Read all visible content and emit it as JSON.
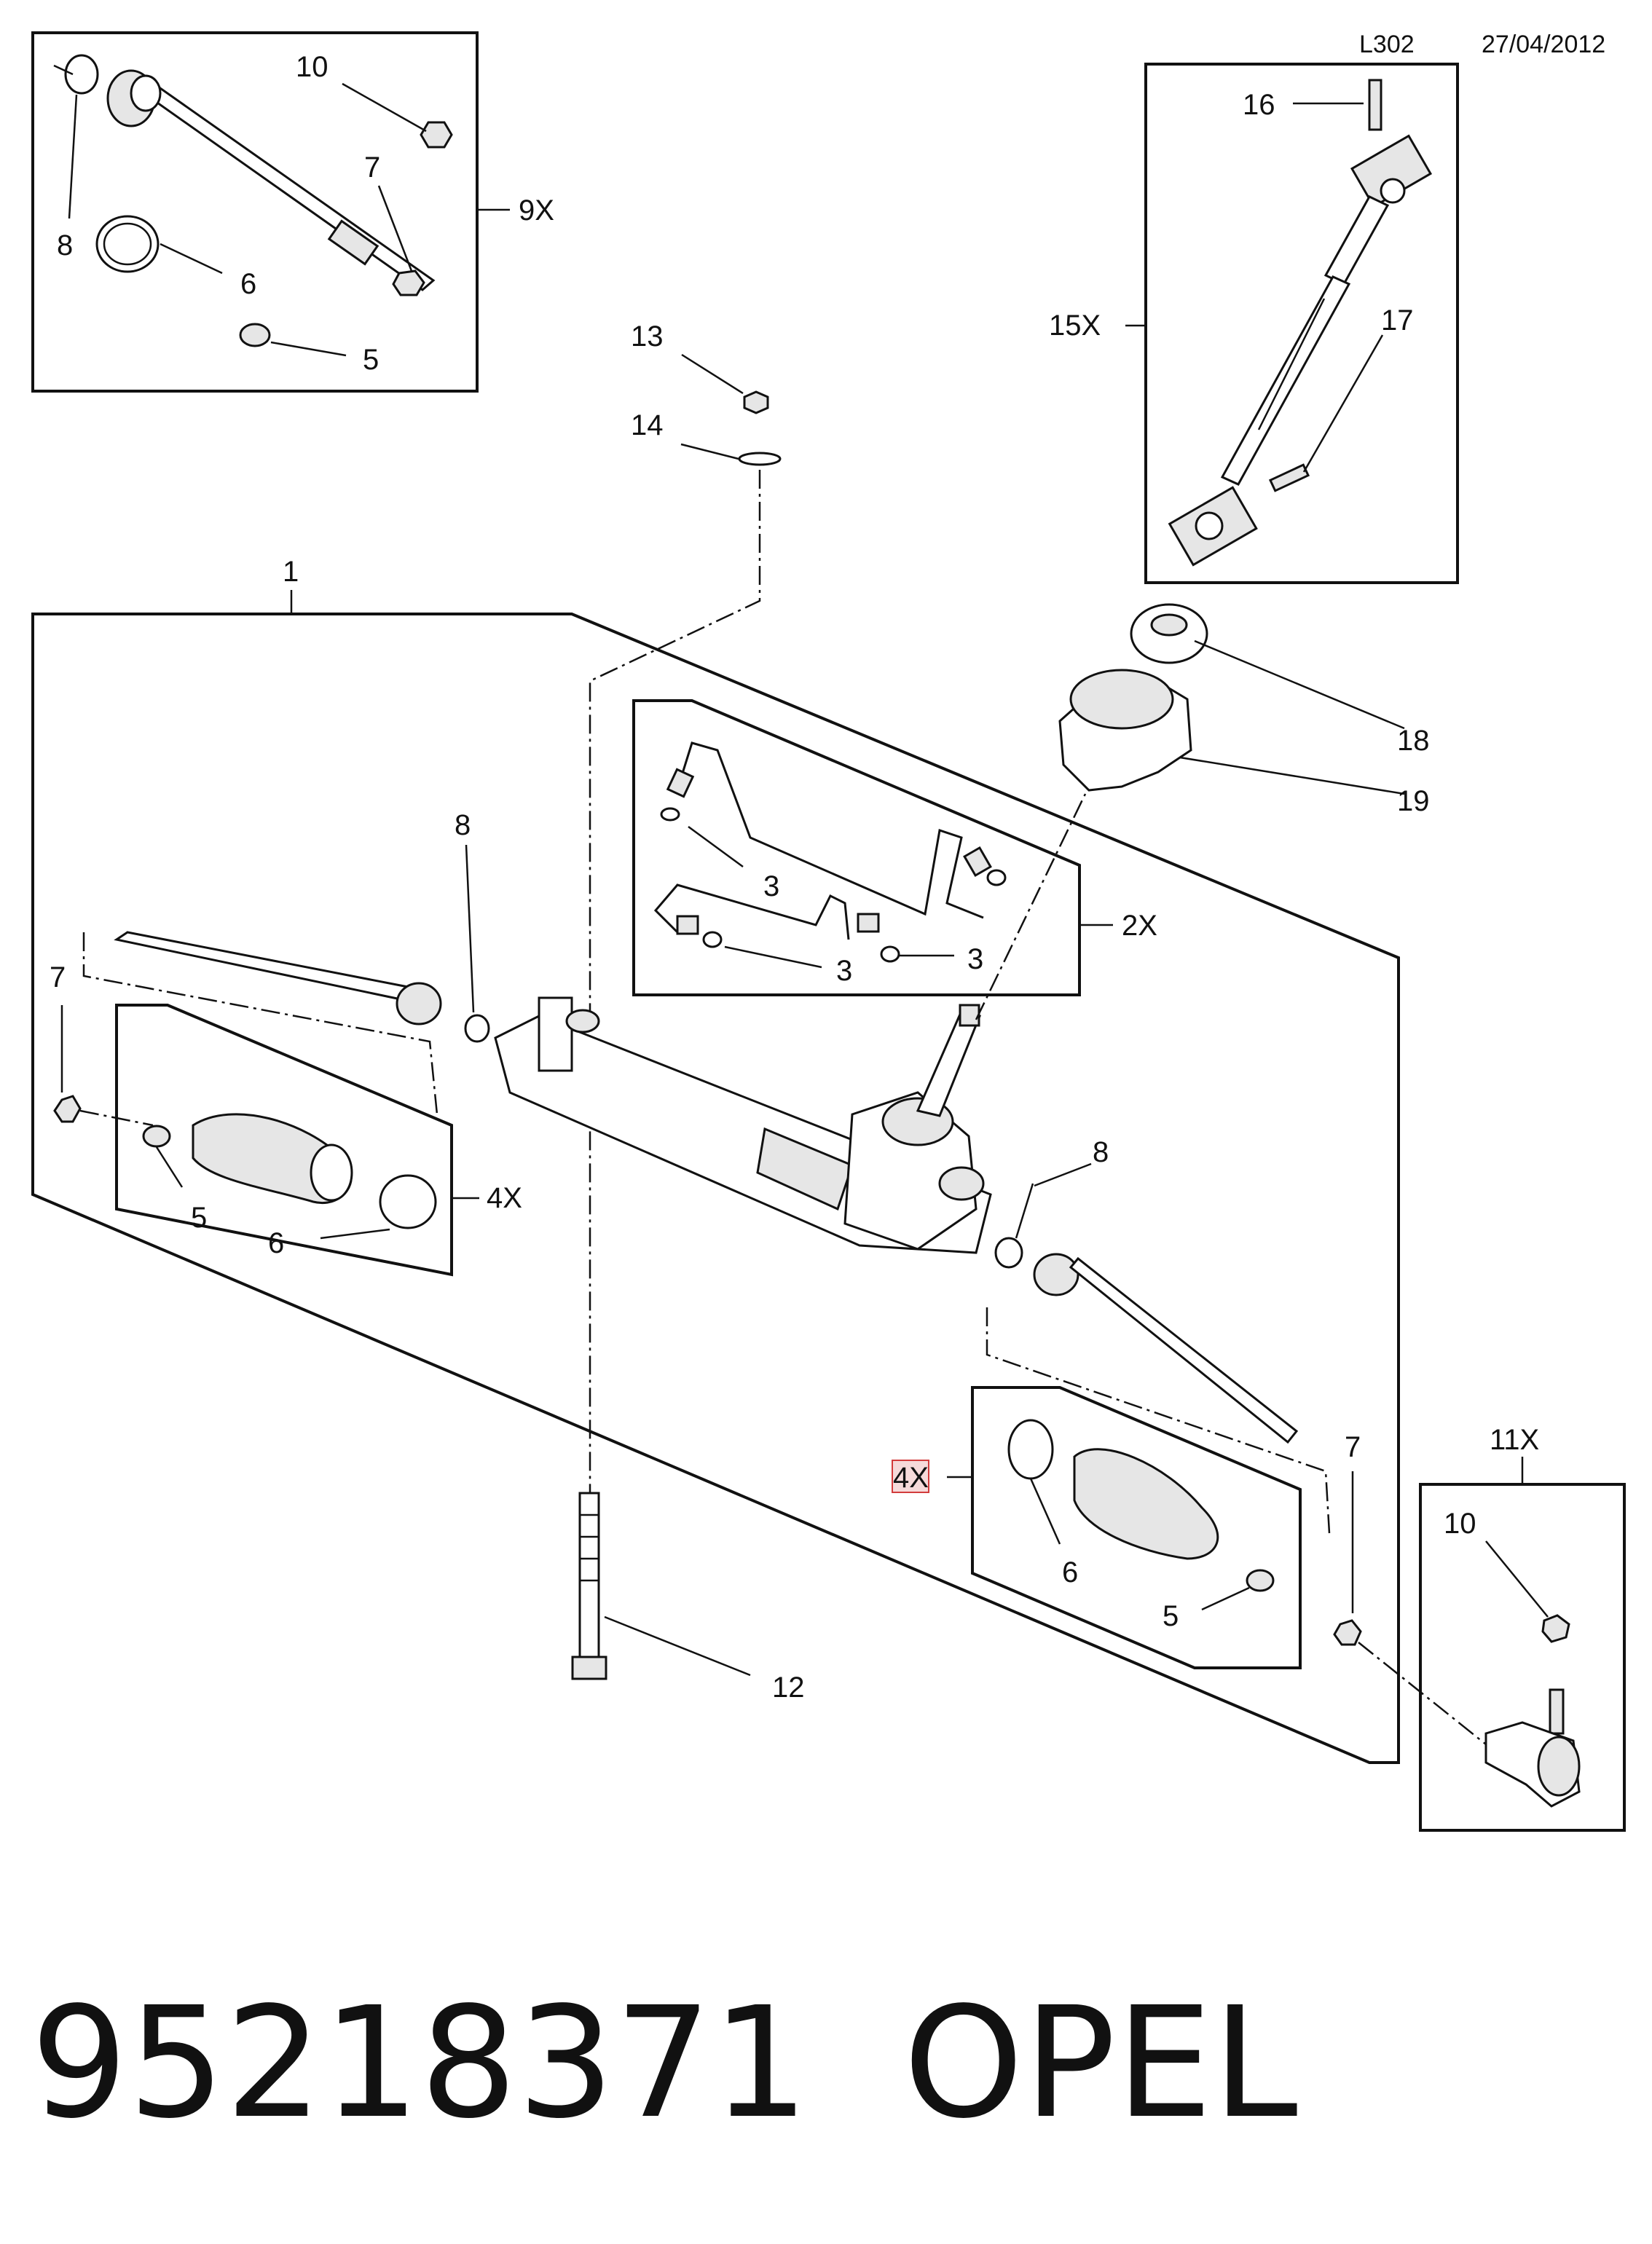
{
  "header": {
    "code": "L302",
    "date": "27/04/2012"
  },
  "part_number": "95218371",
  "brand": "OPEL",
  "callouts": {
    "c1": "1",
    "c2x": "2X",
    "c3a": "3",
    "c3b": "3",
    "c3c": "3",
    "c4x_left": "4X",
    "c4x_right": "4X",
    "c5_tl": "5",
    "c5_left": "5",
    "c5_right": "5",
    "c6_tl": "6",
    "c6_left": "6",
    "c6_right": "6",
    "c7_tl": "7",
    "c7_left": "7",
    "c7_right": "7",
    "c8_tl": "8",
    "c8_mid": "8",
    "c8_right": "8",
    "c9x": "9X",
    "c10_tl": "10",
    "c10_br": "10",
    "c11x": "11X",
    "c12": "12",
    "c13": "13",
    "c14": "14",
    "c15x": "15X",
    "c16": "16",
    "c17": "17",
    "c18": "18",
    "c19": "19"
  }
}
